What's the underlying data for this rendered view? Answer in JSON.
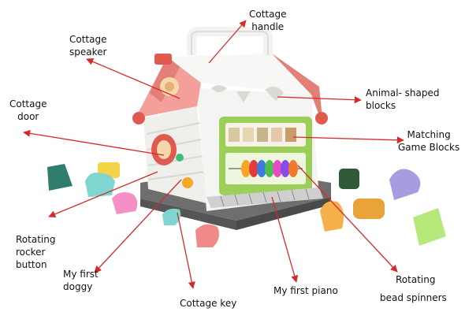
{
  "colors": {
    "arrow": "#d42a2a",
    "roof": "#f2a099",
    "roof_dark": "#e27f77",
    "wall": "#f2f2f0",
    "base": "#6e6e6e",
    "panel_green": "#9ccf5a"
  },
  "labels": {
    "cottage_handle": "Cottage\nhandle",
    "cottage_speaker": "Cottage\nspeaker",
    "cottage_door": "Cottage\ndoor",
    "animal_blocks": "Animal- shaped\nblocks",
    "matching_blocks": "Matching\nGame Blocks",
    "rocker_button": "Rotating\nrocker\nbutton",
    "first_doggy": "My first\ndoggy",
    "cottage_key": "Cottage key",
    "first_piano": "My first piano",
    "bead_spinners_1": "Rotating",
    "bead_spinners_2": "bead spinners"
  }
}
